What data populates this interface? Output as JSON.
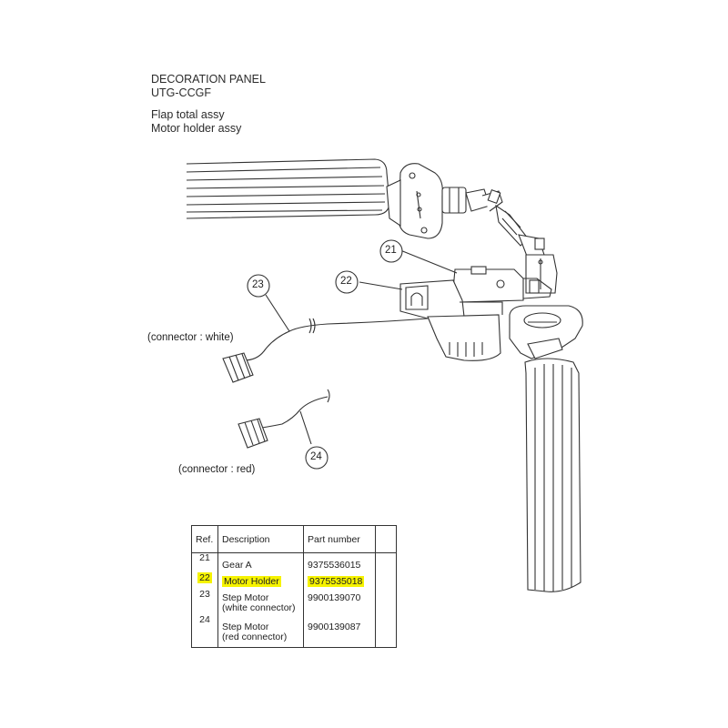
{
  "header": {
    "line1": "DECORATION PANEL",
    "line2": "UTG-CCGF",
    "line3": "Flap total assy",
    "line4": "Motor holder assy"
  },
  "callouts": {
    "c21": "21",
    "c22": "22",
    "c23": "23",
    "c24": "24",
    "connector_white": "(connector : white)",
    "connector_red": "(connector : red)"
  },
  "table": {
    "headers": {
      "ref": "Ref.",
      "description": "Description",
      "part_number": "Part number"
    },
    "rows": [
      {
        "ref": "21",
        "desc1": "Gear A",
        "desc2": "",
        "part": "9375536015",
        "highlight": false
      },
      {
        "ref": "22",
        "desc1": "Motor Holder",
        "desc2": "",
        "part": "9375535018",
        "highlight": true
      },
      {
        "ref": "23",
        "desc1": "Step Motor",
        "desc2": "(white connector)",
        "part": "9900139070",
        "highlight": false
      },
      {
        "ref": "24",
        "desc1": "Step Motor",
        "desc2": "(red connector)",
        "part": "9900139087",
        "highlight": false
      }
    ]
  },
  "colors": {
    "highlight": "#f6f300",
    "line": "#333333"
  }
}
